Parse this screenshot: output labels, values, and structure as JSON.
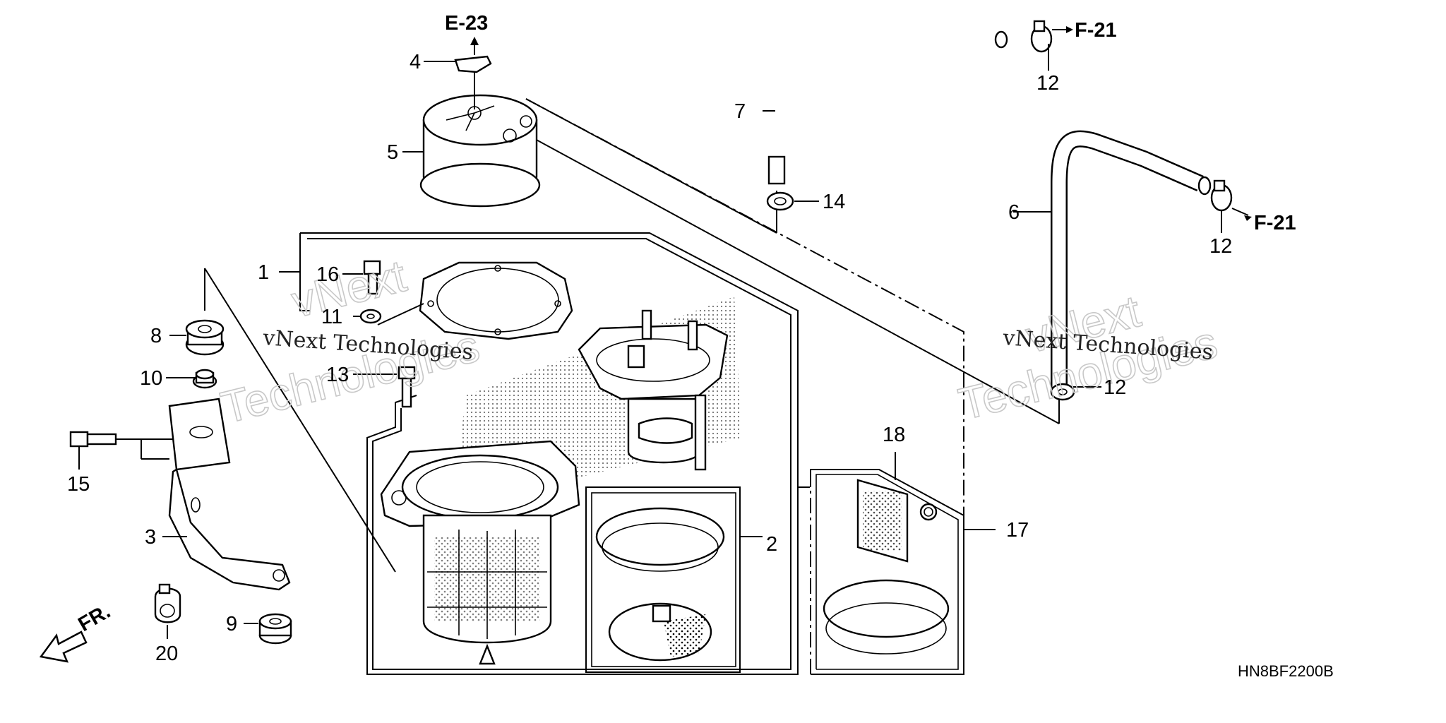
{
  "diagram": {
    "code": "HN8BF2200B",
    "front_marker": "FR.",
    "refs": {
      "e23": "E-23",
      "f21_top": "F-21",
      "f21_mid": "F-21"
    },
    "labels": {
      "p1": "1",
      "p2": "2",
      "p3": "3",
      "p4": "4",
      "p5": "5",
      "p6": "6",
      "p7": "7",
      "p8": "8",
      "p9": "9",
      "p10": "10",
      "p11": "11",
      "p12_top": "12",
      "p12_mid": "12",
      "p12_low": "12",
      "p13": "13",
      "p14": "14",
      "p15": "15",
      "p16": "16",
      "p17": "17",
      "p18": "18",
      "p20": "20"
    },
    "watermarks": {
      "left_a": "vNext",
      "left_b": "Technologies",
      "left_c": "vNext Technologies",
      "right_a": "vNext",
      "right_b": "Technologies",
      "right_c": "vNext Technologies"
    }
  }
}
